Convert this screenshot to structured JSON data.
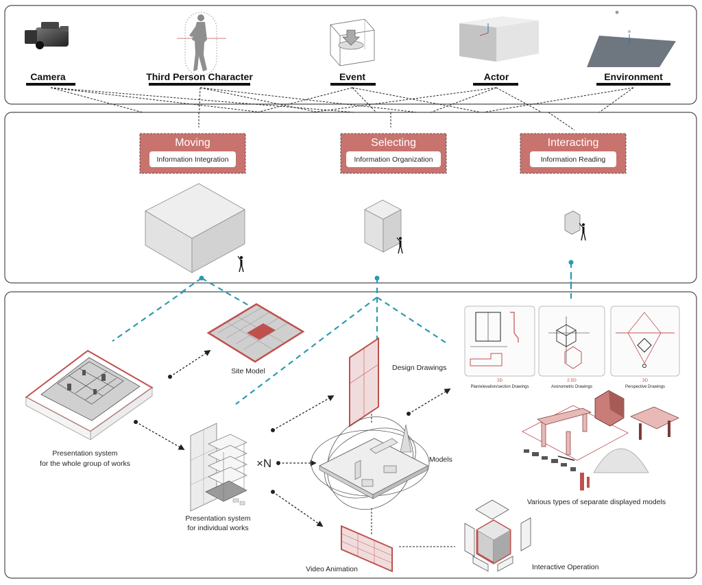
{
  "palette": {
    "items": [
      {
        "label": "Camera",
        "icon": "camera-icon"
      },
      {
        "label": "Third Person Character",
        "icon": "character-icon"
      },
      {
        "label": "Event",
        "icon": "event-icon"
      },
      {
        "label": "Actor",
        "icon": "actor-icon"
      },
      {
        "label": "Environment",
        "icon": "environment-icon"
      }
    ]
  },
  "actions": [
    {
      "title": "Moving",
      "subtitle": "Information Integration"
    },
    {
      "title": "Selecting",
      "subtitle": "Information Organization"
    },
    {
      "title": "Interacting",
      "subtitle": "Information Reading"
    }
  ],
  "system": {
    "whole_group_line1": "Presentation system",
    "whole_group_line2": "for the whole group of works",
    "individual_line1": "Presentation system",
    "individual_line2": "for individual works",
    "site_model": "Site Model",
    "design_drawings": "Design Drawings",
    "models": "Models",
    "video_animation": "Video Animation",
    "interactive_operation": "Interactive Operation",
    "multiplier": "×N",
    "separate_models": "Various types of separate displayed models",
    "drawing_cards": [
      {
        "code": "2D",
        "caption": "Plan/elevation/section Drawings"
      },
      {
        "code": "2.5D",
        "caption": "Axonometric Drawings"
      },
      {
        "code": "3D",
        "caption": "Perspective Drawings"
      }
    ]
  },
  "colors": {
    "accent_red": "#c0504d",
    "action_box": "#c9736e",
    "teal": "#2a9bb0",
    "panel_border": "#4a4a4a"
  }
}
